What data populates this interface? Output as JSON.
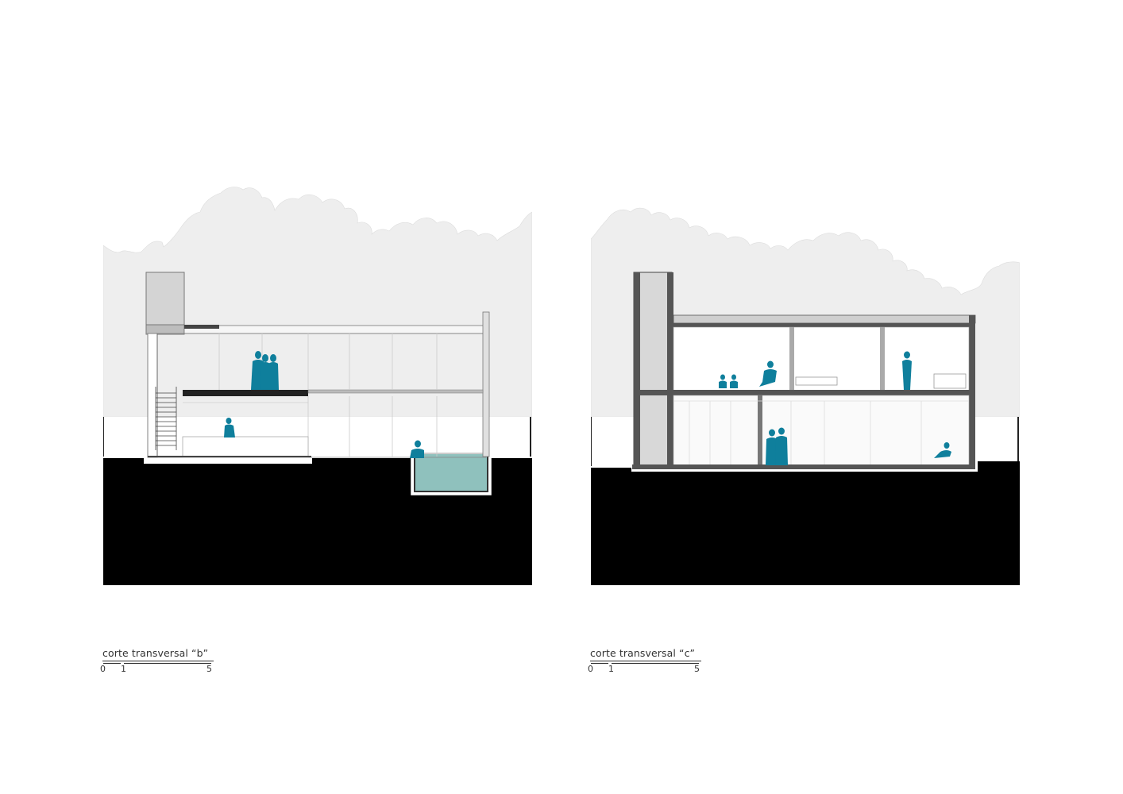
{
  "sections": [
    {
      "caption": "corte transversal “b”",
      "scale": {
        "labels": [
          "0",
          "1",
          "5"
        ]
      }
    },
    {
      "caption": "corte transversal “c”",
      "scale": {
        "labels": [
          "0",
          "1",
          "5"
        ]
      }
    }
  ],
  "colors": {
    "figure": "#0f7f9c",
    "pool_water": "#8fc1bd",
    "ground": "#000000",
    "sky_trees": "#eeeeee"
  }
}
